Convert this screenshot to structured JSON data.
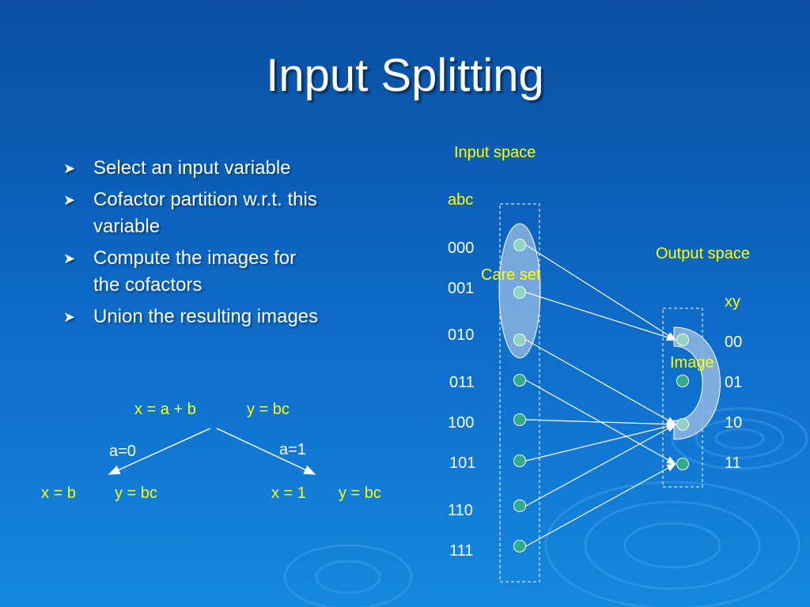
{
  "slide": {
    "title": "Input Splitting",
    "bullets": [
      "Select an input variable",
      "Cofactor partition w.r.t. this",
      "variable",
      "Compute the images for",
      "the cofactors",
      "Union the resulting images"
    ]
  },
  "tree": {
    "root_x": "x = a + b",
    "root_y": "y = bc",
    "left_edge": "a=0",
    "right_edge": "a=1",
    "left_x": "x = b",
    "left_y": "y = bc",
    "right_x": "x = 1",
    "right_y": "y = bc"
  },
  "mapping": {
    "input_space_label": "Input space",
    "input_header": "abc",
    "input_labels": [
      "000",
      "001",
      "010",
      "011",
      "100",
      "101",
      "110",
      "111"
    ],
    "care_set_label": "Care set",
    "output_space_label": "Output space",
    "output_header": "xy",
    "output_labels": [
      "00",
      "01",
      "10",
      "11"
    ],
    "image_label": "Image",
    "arrows": [
      {
        "from": "000",
        "to": "00"
      },
      {
        "from": "001",
        "to": "00"
      },
      {
        "from": "010",
        "to": "10"
      },
      {
        "from": "011",
        "to": "11"
      },
      {
        "from": "100",
        "to": "10"
      },
      {
        "from": "101",
        "to": "10"
      },
      {
        "from": "110",
        "to": "10"
      },
      {
        "from": "111",
        "to": "11"
      }
    ]
  },
  "colors": {
    "label_yellow": "#ffff00",
    "node_fill": "#33aa88",
    "node_fill_care": "#8fd4c0",
    "care_set_fill": "#8ab4e0"
  }
}
